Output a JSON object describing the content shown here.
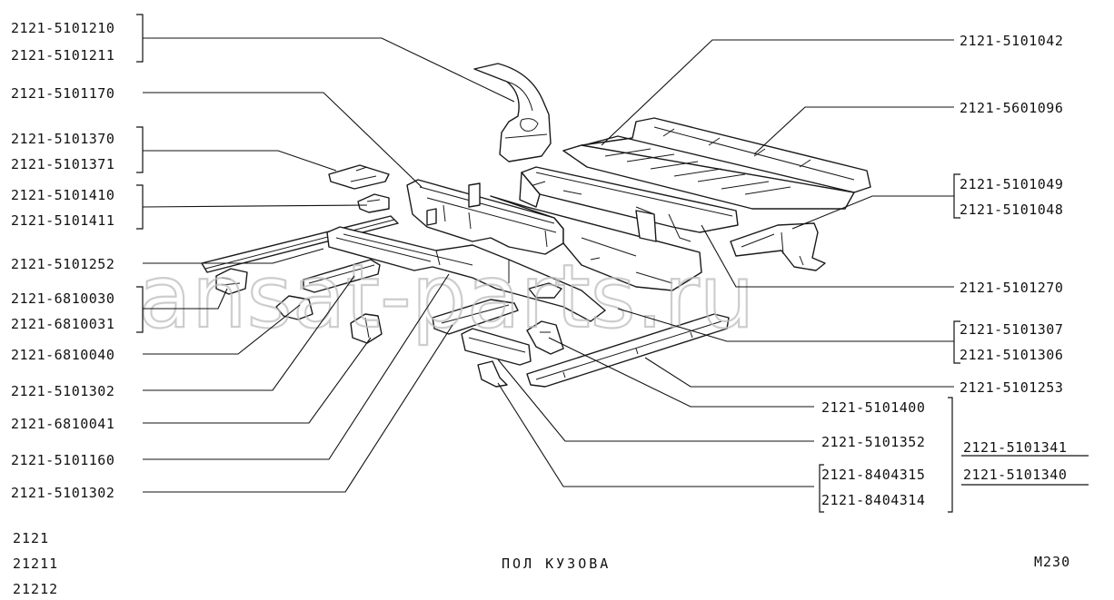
{
  "diagram": {
    "title": "ПОЛ КУЗОВА",
    "code": "М230",
    "watermark": "ansat-parts.ru",
    "models": [
      "2121",
      "21211",
      "21212"
    ],
    "left_labels": [
      "2121-5101210",
      "2121-5101211",
      "2121-5101170",
      "2121-5101370",
      "2121-5101371",
      "2121-5101410",
      "2121-5101411",
      "2121-5101252",
      "2121-6810030",
      "2121-6810031",
      "2121-6810040",
      "2121-5101302",
      "2121-6810041",
      "2121-5101160",
      "2121-5101302"
    ],
    "right_labels": [
      "2121-5101042",
      "2121-5601096",
      "2121-5101049",
      "2121-5101048",
      "2121-5101270",
      "2121-5101307",
      "2121-5101306",
      "2121-5101253"
    ],
    "center_labels": [
      "2121-5101400",
      "2121-5101352",
      "2121-8404315",
      "2121-8404314"
    ],
    "far_right_labels": [
      "2121-5101341",
      "2121-5101340"
    ]
  }
}
